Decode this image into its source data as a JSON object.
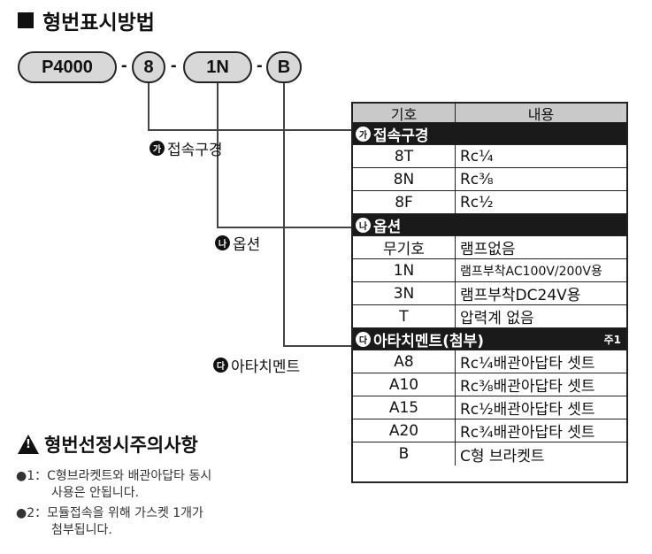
{
  "title": "형번표시방법",
  "model_code": {
    "parts": [
      "P4000",
      "8",
      "1N",
      "B"
    ],
    "separator": "-"
  },
  "side_labels": {
    "connection": {
      "badge": "가",
      "label": "접속구경"
    },
    "option": {
      "badge": "나",
      "label": "옵션"
    },
    "attachment": {
      "badge": "다",
      "label": "아타치멘트"
    }
  },
  "table": {
    "header": {
      "code": "기호",
      "content": "내용"
    },
    "sections": [
      {
        "badge": "가",
        "title": "접속구경",
        "note": "",
        "rows": [
          {
            "code": "8T",
            "content": "Rc¼"
          },
          {
            "code": "8N",
            "content": "Rc⅜"
          },
          {
            "code": "8F",
            "content": "Rc½"
          }
        ]
      },
      {
        "badge": "나",
        "title": "옵션",
        "note": "",
        "rows": [
          {
            "code": "무기호",
            "content": "램프없음"
          },
          {
            "code": "1N",
            "content": "램프부착AC100V/200V용"
          },
          {
            "code": "3N",
            "content": "램프부착DC24V용"
          },
          {
            "code": "T",
            "content": "압력계 없음"
          }
        ]
      },
      {
        "badge": "다",
        "title": "아타치멘트(첨부)",
        "note": "주1",
        "rows": [
          {
            "code": "A8",
            "content": "Rc¼배관아답타 셋트"
          },
          {
            "code": "A10",
            "content": "Rc⅜배관아답타 셋트"
          },
          {
            "code": "A15",
            "content": "Rc½배관아답타 셋트"
          },
          {
            "code": "A20",
            "content": "Rc¾배관아답타 셋트"
          },
          {
            "code": "B",
            "content": "C형 브라켓트"
          }
        ]
      }
    ]
  },
  "caution": {
    "title": "형번선정시주의사항",
    "icon": "warning-icon",
    "notes": [
      {
        "marker": "●1：",
        "text1": "C형브라켓트와 배관아답타 동시",
        "text2": "사용은 안됩니다."
      },
      {
        "marker": "●2：",
        "text1": "모듈접속을 위해 가스켓 1개가",
        "text2": "첨부됩니다."
      }
    ]
  }
}
